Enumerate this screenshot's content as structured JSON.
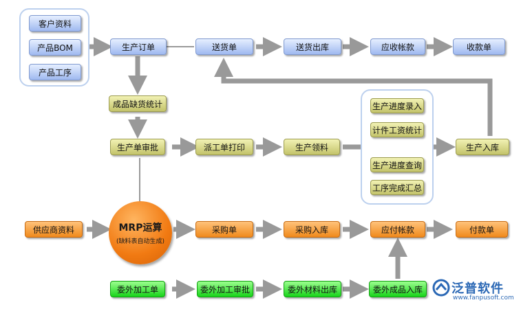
{
  "customer_group": {
    "items": [
      "客户资料",
      "产品BOM",
      "产品工序"
    ]
  },
  "sales_flow": {
    "production_order": "生产订单",
    "delivery_note": "送货单",
    "delivery_outbound": "送货出库",
    "accounts_receivable": "应收帐款",
    "receipt": "收款单"
  },
  "shortage_stats": "成品缺货统计",
  "production_flow": {
    "order_approval": "生产单审批",
    "dispatch_print": "派工单打印",
    "material_requisition": "生产领料",
    "production_inbound": "生产入库"
  },
  "progress_group": {
    "items": [
      "生产进度录入",
      "计件工资统计",
      "生产进度查询",
      "工序完成汇总"
    ]
  },
  "mrp": {
    "title": "MRP运算",
    "subtitle": "(缺料表自动生成)"
  },
  "purchase_flow": {
    "supplier_data": "供应商资料",
    "purchase_order": "采购单",
    "purchase_inbound": "采购入库",
    "accounts_payable": "应付帐款",
    "payment": "付款单"
  },
  "outsourcing_flow": {
    "outsourcing_order": "委外加工单",
    "outsourcing_approval": "委外加工审批",
    "material_outbound": "委外材料出库",
    "product_inbound": "委外成品入库"
  },
  "logo": {
    "name": "泛普软件",
    "url": "www.fanpusoft.com"
  },
  "colors": {
    "blue": "#9fb9f0",
    "olive": "#c3c36a",
    "orange": "#f08a1c",
    "green": "#18d41a",
    "arrow": "#999999"
  }
}
